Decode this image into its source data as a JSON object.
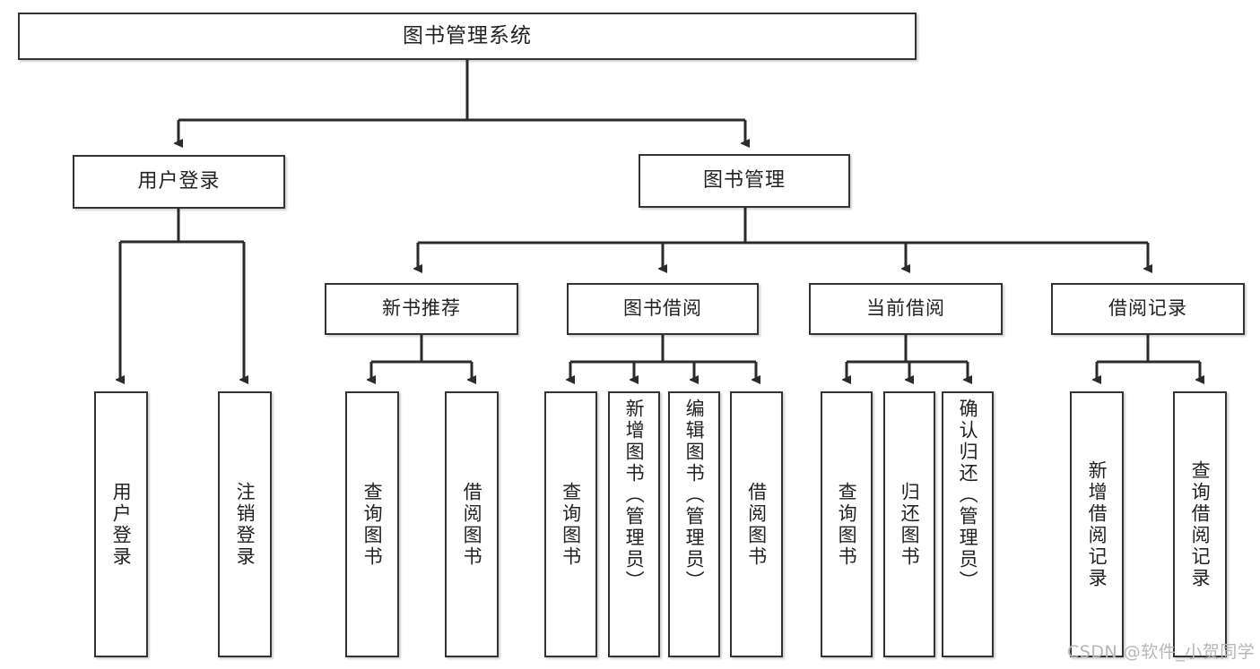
{
  "diagram": {
    "title": "图书管理系统",
    "type": "hierarchy-tree",
    "root": {
      "label": "图书管理系统"
    },
    "level1": [
      {
        "label": "用户登录"
      },
      {
        "label": "图书管理"
      }
    ],
    "level2": [
      {
        "label": "新书推荐"
      },
      {
        "label": "图书借阅"
      },
      {
        "label": "当前借阅"
      },
      {
        "label": "借阅记录"
      }
    ],
    "leaves": {
      "user_login": [
        {
          "label": "用户登录"
        },
        {
          "label": "注销登录"
        }
      ],
      "new_book_recommend": [
        {
          "label": "查询图书"
        },
        {
          "label": "借阅图书"
        }
      ],
      "book_borrow": [
        {
          "label": "查询图书"
        },
        {
          "label": "新增图书（管理员）"
        },
        {
          "label": "编辑图书（管理员）"
        },
        {
          "label": "借阅图书"
        }
      ],
      "current_borrow": [
        {
          "label": "查询图书"
        },
        {
          "label": "归还图书"
        },
        {
          "label": "确认归还（管理员）"
        }
      ],
      "borrow_record": [
        {
          "label": "新增借阅记录"
        },
        {
          "label": "查询借阅记录"
        }
      ]
    }
  },
  "watermark": {
    "text": "CSDN @软件_小贺同学"
  },
  "colors": {
    "stroke": "#333333",
    "background": "#ffffff",
    "text": "#222222",
    "watermark": "#b7b7b7"
  }
}
